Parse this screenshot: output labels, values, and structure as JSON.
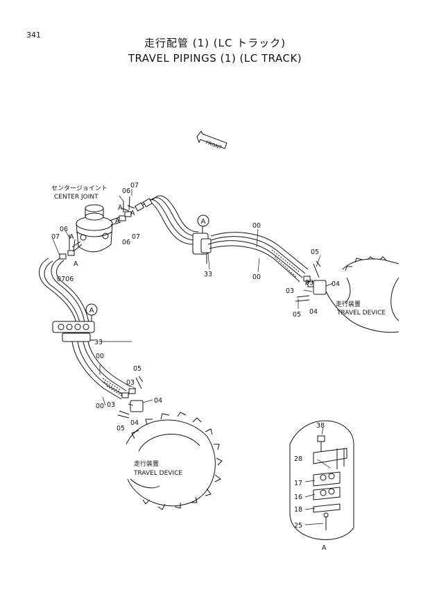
{
  "page_number": "341",
  "title_jp": "走行配管 (1) (LC トラック)",
  "title_en": "TRAVEL PIPINGS (1) (LC TRACK)",
  "front_label": "FRONT",
  "center_joint": {
    "jp": "センタージョイント",
    "en": "CENTER JOINT"
  },
  "travel_device": {
    "jp": "走行装置",
    "en": "TRAVEL DEVICE"
  },
  "callout_letter": "A",
  "part_labels": {
    "p00": "00",
    "p03": "03",
    "p04": "04",
    "p05": "05",
    "p06": "06",
    "p07": "07",
    "p0706": "0706",
    "p33": "33",
    "p38": "38",
    "p28": "28",
    "p17": "17",
    "p16": "16",
    "p18": "18",
    "p25": "25"
  }
}
